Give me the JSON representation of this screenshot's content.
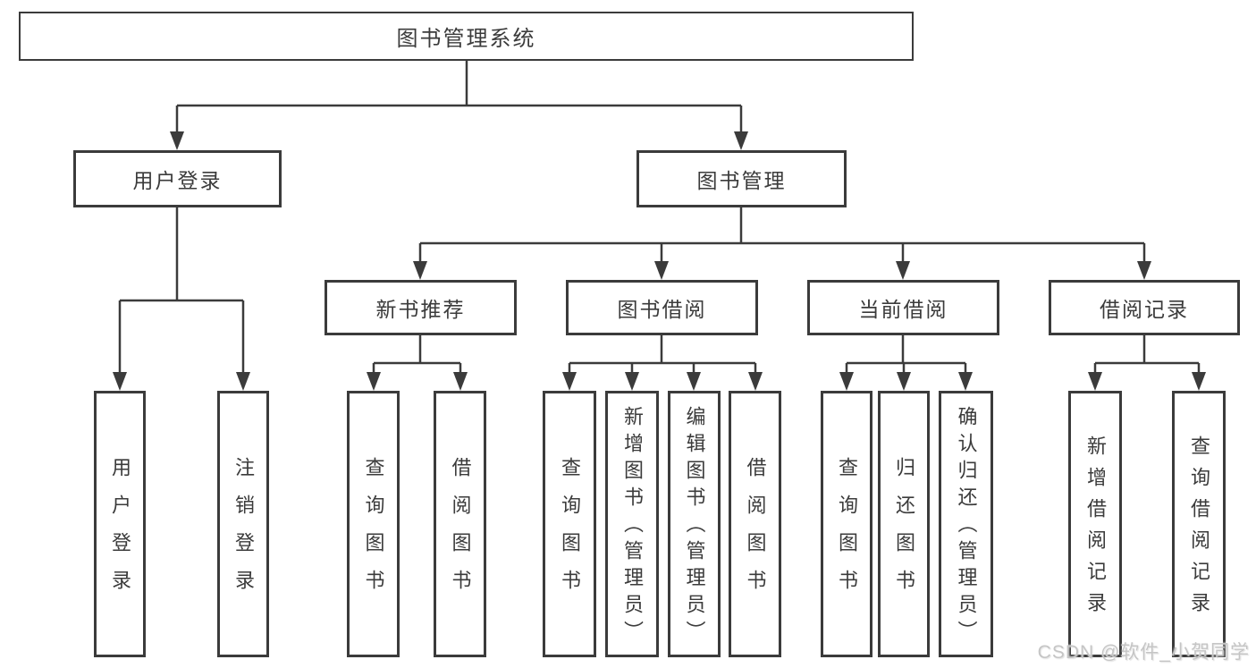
{
  "diagram": {
    "root": {
      "label": "图书管理系统"
    },
    "branches": [
      {
        "label": "用户登录",
        "leaves": [
          {
            "label": "用户登录"
          },
          {
            "label": "注销登录"
          }
        ]
      },
      {
        "label": "图书管理",
        "groups": [
          {
            "label": "新书推荐",
            "leaves": [
              {
                "label": "查询图书"
              },
              {
                "label": "借阅图书"
              }
            ]
          },
          {
            "label": "图书借阅",
            "leaves": [
              {
                "label": "查询图书"
              },
              {
                "label": "新增图书（管理员）"
              },
              {
                "label": "编辑图书（管理员）"
              },
              {
                "label": "借阅图书"
              }
            ]
          },
          {
            "label": "当前借阅",
            "leaves": [
              {
                "label": "查询图书"
              },
              {
                "label": "归还图书"
              },
              {
                "label": "确认归还（管理员）"
              }
            ]
          },
          {
            "label": "借阅记录",
            "leaves": [
              {
                "label": "新增借阅记录"
              },
              {
                "label": "查询借阅记录"
              }
            ]
          }
        ]
      }
    ]
  },
  "watermark": {
    "text": "CSDN @软件_小贺同学"
  },
  "colors": {
    "line": "#3b3b3b",
    "text": "#3b3b3b",
    "watermark": "#c5c5c5",
    "background": "#ffffff"
  }
}
